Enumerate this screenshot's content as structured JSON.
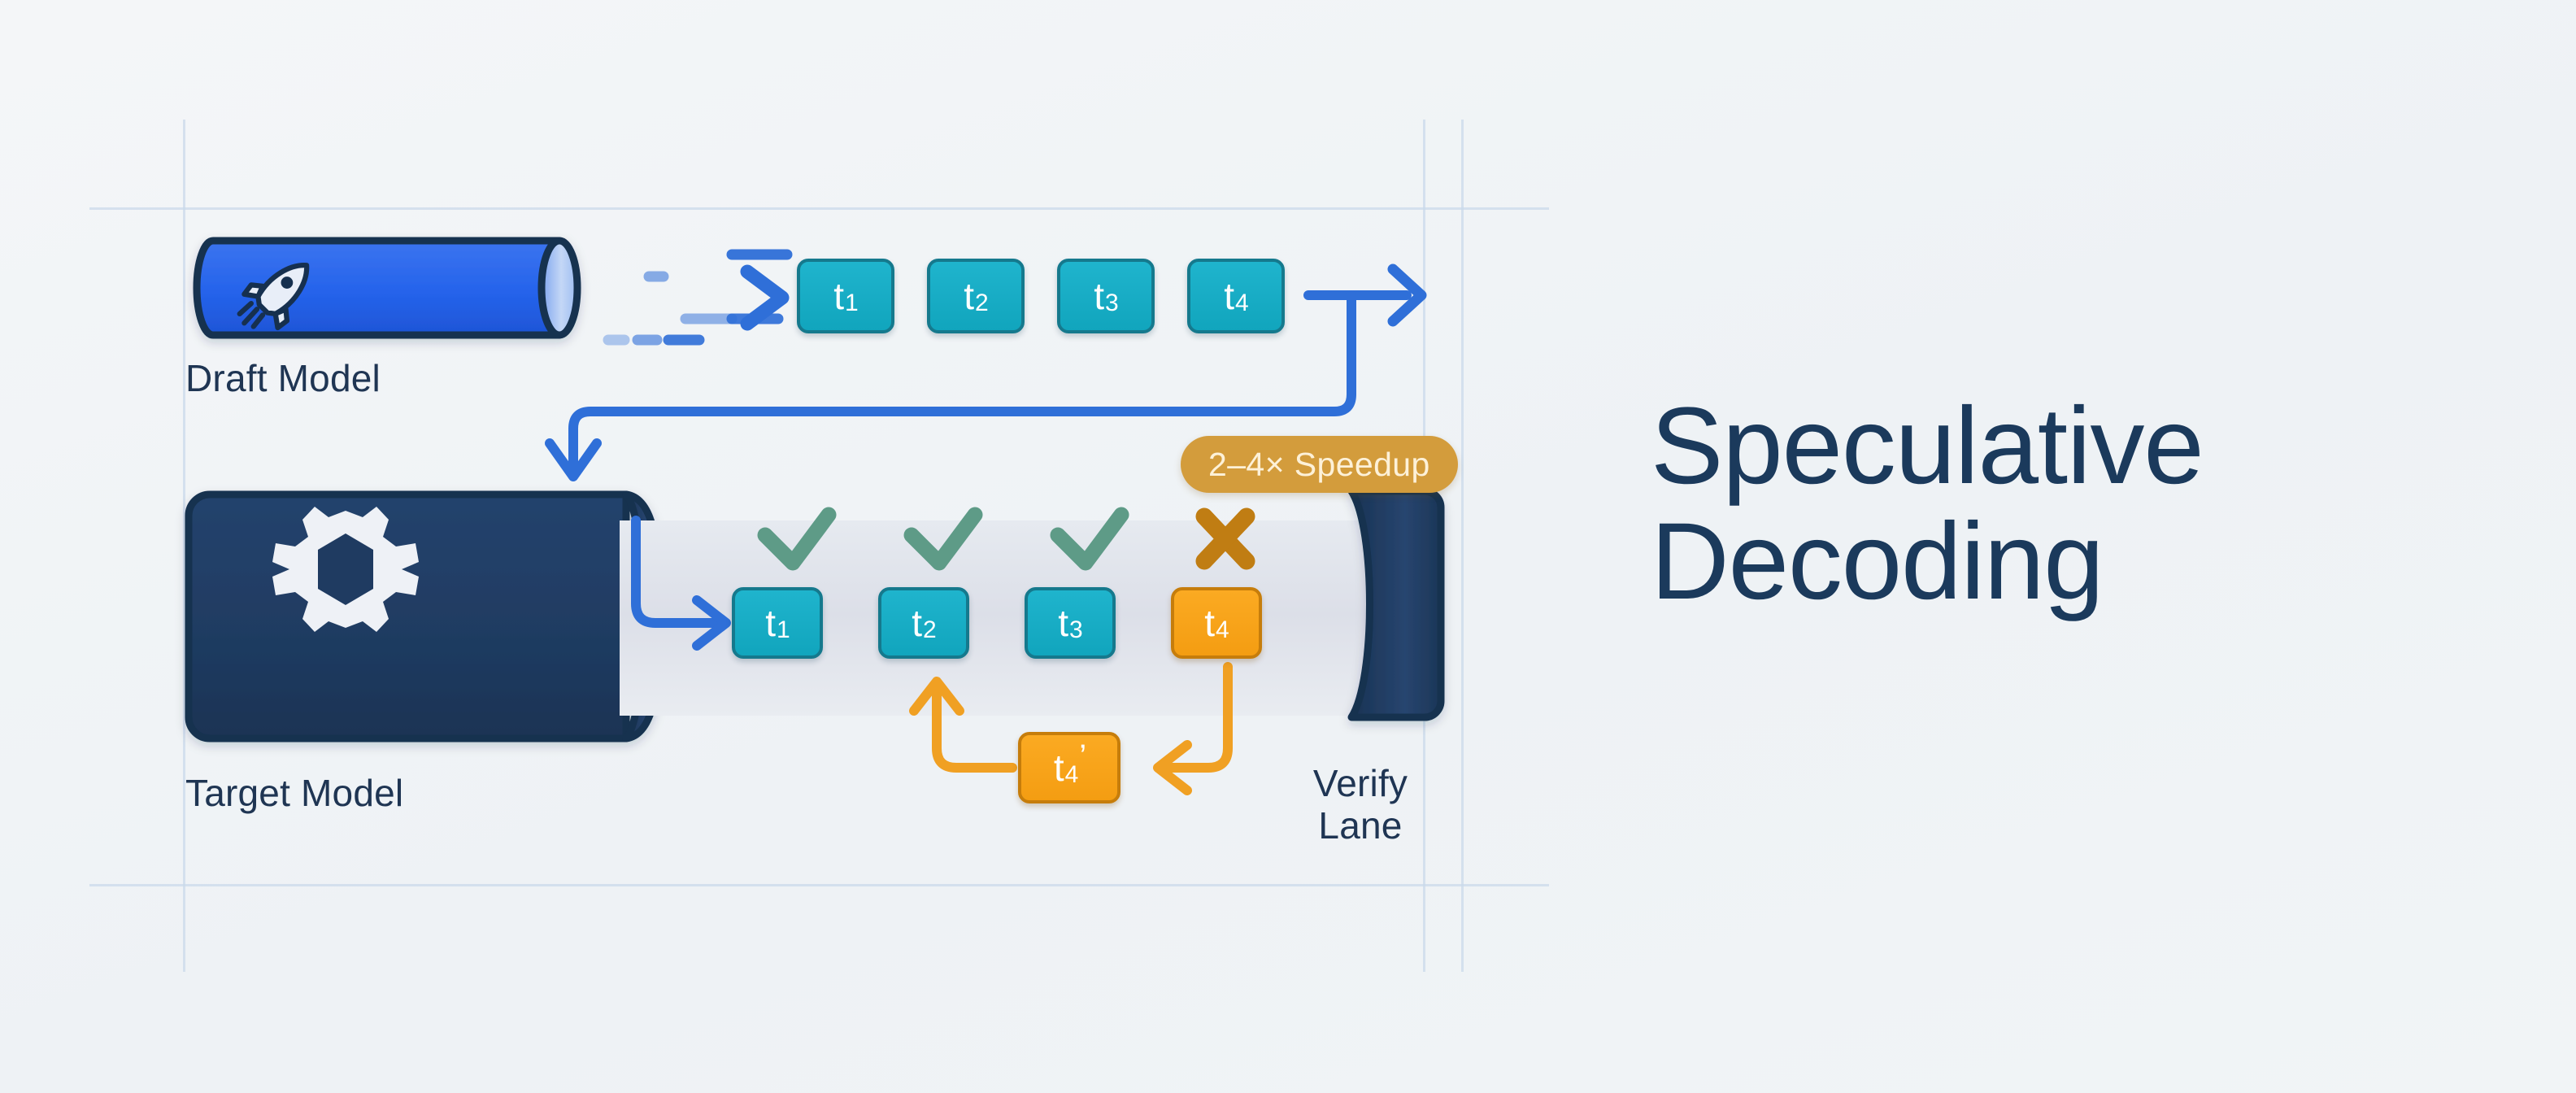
{
  "title": {
    "text": "Speculative\nDecoding"
  },
  "labels": {
    "draft_model": "Draft Model",
    "target_model": "Target Model",
    "verify_lane": "Verify\nLane"
  },
  "badge": {
    "speedup": "2–4× Speedup"
  },
  "draft_tokens": [
    {
      "base": "t",
      "sub": "1"
    },
    {
      "base": "t",
      "sub": "2"
    },
    {
      "base": "t",
      "sub": "3"
    },
    {
      "base": "t",
      "sub": "4"
    }
  ],
  "verify_tokens": [
    {
      "base": "t",
      "sub": "1",
      "status": "accepted",
      "mark": "check"
    },
    {
      "base": "t",
      "sub": "2",
      "status": "accepted",
      "mark": "check"
    },
    {
      "base": "t",
      "sub": "3",
      "status": "accepted",
      "mark": "check"
    },
    {
      "base": "t",
      "sub": "4",
      "status": "rejected",
      "mark": "cross"
    }
  ],
  "correction_token": {
    "base": "t",
    "sub": "4",
    "prime": "’"
  },
  "icons": {
    "draft": "rocket-icon",
    "target": "gear-icon",
    "accept": "check-icon",
    "reject": "cross-icon"
  },
  "colors": {
    "background": "#f1f4f6",
    "guide_line": "#c9d8ea",
    "draft_body": "#2563eb",
    "draft_outline": "#16304f",
    "target_body": "#1f3b61",
    "flow_blue": "#2f6fd8",
    "token_teal": "#13a7c0",
    "token_amber": "#f7a51c",
    "accept_green": "#5e9b87",
    "reject_orange": "#c07d13",
    "badge_tan": "#d39c3c",
    "lane_band": "#dfe3ea",
    "title_navy": "#1b3a5c"
  }
}
